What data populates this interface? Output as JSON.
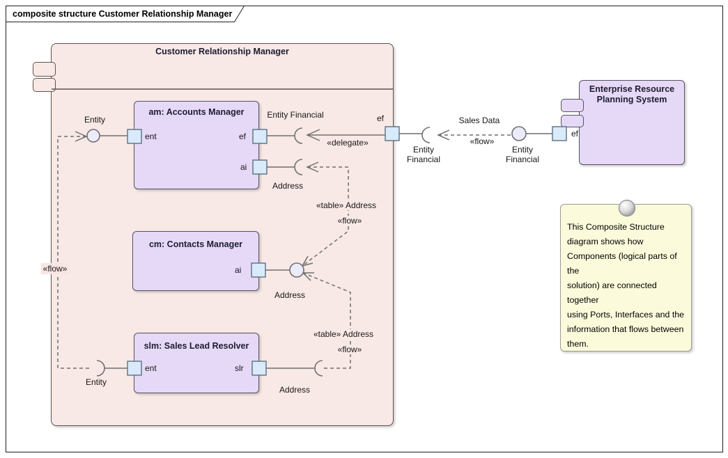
{
  "frame": {
    "title": "composite structure Customer Relationship Manager"
  },
  "colors": {
    "page-bg": "#ffffff",
    "frame-border": "#1f1f1f",
    "crm-fill": "#f8e9e6",
    "crm-border": "#5d5350",
    "component-fill": "#e6d9f8",
    "component-border": "#56525f",
    "port-fill": "#d9eafa",
    "port-border": "#5c7080",
    "ball-fill": "#ebebfb",
    "line": "#6f6f6f",
    "note-fill": "#fbfada",
    "note-border": "#9b9b9b",
    "title-text": "#1c1c30",
    "label-text": "#161616",
    "flow-label-bg": "#f8e4e2"
  },
  "crm": {
    "title": "Customer Relationship Manager",
    "boundary_port": "ef"
  },
  "components": {
    "am": {
      "title": "am: Accounts Manager",
      "ports": {
        "ent": "ent",
        "ef": "ef",
        "ai": "ai"
      }
    },
    "cm": {
      "title": "cm: Contacts Manager",
      "ports": {
        "ai": "ai"
      }
    },
    "slm": {
      "title": "slm: Sales Lead Resolver",
      "ports": {
        "ent": "ent",
        "slr": "slr"
      }
    },
    "erp": {
      "title": "Enterprise Resource\nPlanning System",
      "ports": {
        "ef": "ef"
      }
    }
  },
  "interfaces": {
    "entity_am": "Entity",
    "entity_financial_am": "Entity Financial",
    "address_am": "Address",
    "address_cm": "Address",
    "entity_slm": "Entity",
    "address_slm": "Address",
    "entity_financial_boundary": "Entity\nFinancial",
    "entity_financial_erp": "Entity\nFinancial"
  },
  "connectors": {
    "delegate": "«delegate»",
    "flow_left": "«flow»",
    "table_address_upper": "«table» Address",
    "flow_upper": "«flow»",
    "table_address_lower": "«table» Address",
    "flow_lower": "«flow»",
    "sales_data": "Sales Data",
    "flow_sales": "«flow»"
  },
  "note": {
    "text": "This Composite Structure\ndiagram shows how\nComponents (logical parts of the\nsolution) are connected together\nusing Ports, Interfaces and the\ninformation that flows between\nthem."
  }
}
